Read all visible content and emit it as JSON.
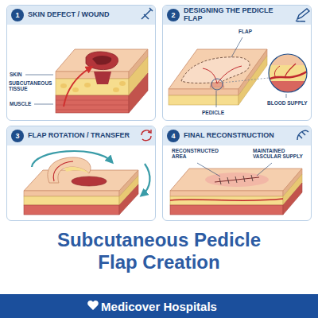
{
  "diagram": {
    "title": "Subcutaneous Pedicle Flap Creation",
    "nodes": [
      {
        "text": [
          "SKIN DEFECT / WOUND"
        ]
      },
      {
        "text": [
          "1"
        ],
        "in": 0
      },
      {
        "text": [
          "DESIGNING THE PEDICLE FLAP"
        ]
      },
      {
        "text": [
          "2"
        ],
        "in": 2
      },
      {
        "text": [
          "FLAP ROTATION / TRANSFER"
        ]
      },
      {
        "text": [
          "3"
        ],
        "in": 4
      },
      {
        "text": [
          "FINAL RECONSTRUCTION"
        ]
      },
      {
        "text": [
          "4"
        ],
        "in": 6
      },
      {
        "text": [
          "Medicover Hospitals"
        ]
      }
    ],
    "labels": [
      "SKIN",
      "SUBCUTANEOUS TISSUE",
      "MUSCLE",
      "FLAP",
      "PEDICLE",
      "BLOOD SUPPLY",
      "RECONSTRUCTED AREA",
      "MAINTAINED VASCULAR SUPPLY"
    ]
  }
}
